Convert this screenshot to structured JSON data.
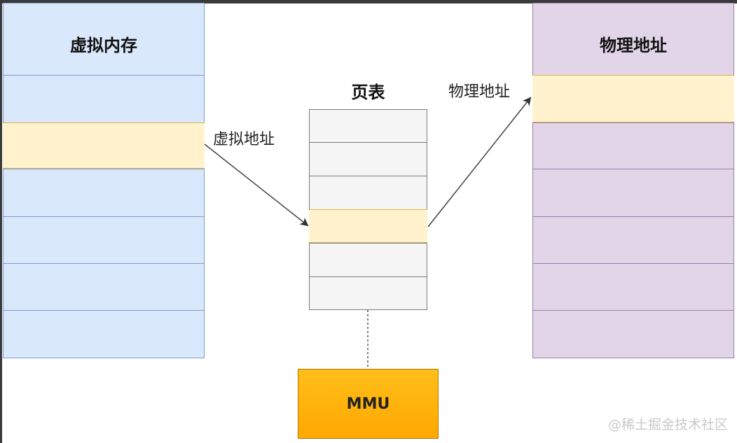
{
  "virtual_memory": {
    "title": "虚拟内存",
    "row_count": 7,
    "highlight_row": 1
  },
  "physical_memory": {
    "title": "物理地址",
    "row_count": 7,
    "highlight_row": 0
  },
  "page_table": {
    "title": "页表",
    "row_count": 6,
    "highlight_row": 3
  },
  "mmu": {
    "label": "MMU"
  },
  "edges": {
    "virtual_address_label": "虚拟地址",
    "physical_address_label": "物理地址"
  },
  "watermark": "@稀土掘金技术社区",
  "colors": {
    "virtual_fill": "#dae8fc",
    "virtual_stroke": "#7d9ccc",
    "physical_fill": "#e1d5e7",
    "physical_stroke": "#9a7fae",
    "table_fill": "#f5f5f5",
    "highlight_fill": "#fff2cc",
    "mmu_fill": "#ffb000"
  }
}
